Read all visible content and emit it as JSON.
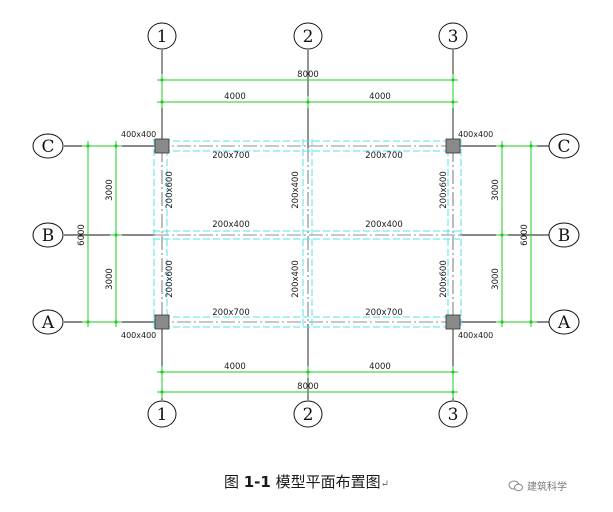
{
  "grid": {
    "top_axes": [
      "1",
      "2",
      "3"
    ],
    "bottom_axes": [
      "1",
      "2",
      "3"
    ],
    "left_axes": [
      "C",
      "B",
      "A"
    ],
    "right_axes": [
      "C",
      "B",
      "A"
    ]
  },
  "dimensions": {
    "top_total": "8000",
    "top_bays": [
      "4000",
      "4000"
    ],
    "bottom_total": "8000",
    "bottom_bays": [
      "4000",
      "4000"
    ],
    "left_total": "6000",
    "left_bays": [
      "3000",
      "3000"
    ],
    "right_total": "6000",
    "right_bays": [
      "3000",
      "3000"
    ]
  },
  "columns": {
    "top_left": "400x400",
    "top_right": "400x400",
    "bottom_left": "400x400",
    "bottom_right": "400x400"
  },
  "beams": {
    "top_left": "200x700",
    "top_right": "200x700",
    "mid_left": "200x400",
    "mid_right": "200x400",
    "bottom_left": "200x700",
    "bottom_right": "200x700",
    "v_left_upper": "200x600",
    "v_left_lower": "200x600",
    "v_mid_upper": "200x400",
    "v_mid_lower": "200x400",
    "v_right_upper": "200x600",
    "v_right_lower": "200x600"
  },
  "caption": {
    "prefix": "图 ",
    "number": "1-1",
    "title": " 模型平面布置图",
    "mark": "↵"
  },
  "watermark": {
    "text": "建筑科学",
    "icon": "wechat-icon"
  },
  "colors": {
    "dimension_line": "#22cc22",
    "beam_line": "#55e0e8",
    "column_fill": "#8a8a8a",
    "axis_line": "#111111"
  }
}
